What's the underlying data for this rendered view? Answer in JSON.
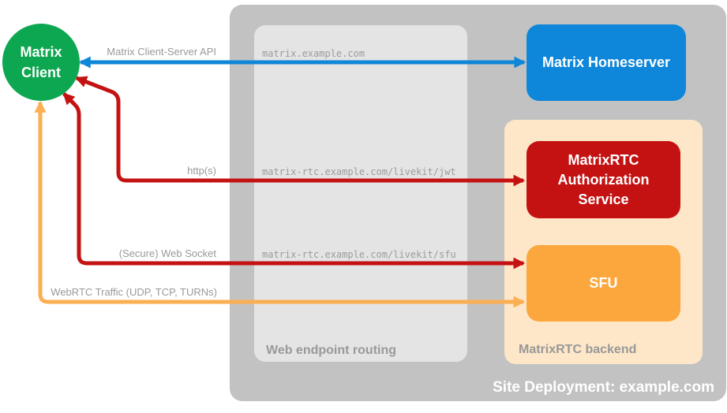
{
  "page": {
    "background": "#ffffff"
  },
  "client": {
    "line1": "Matrix",
    "line2": "Client",
    "color": "#0ca750"
  },
  "site": {
    "label": "Site Deployment: example.com",
    "color": "#c2c2c2"
  },
  "routing": {
    "label": "Web endpoint routing",
    "color": "#e4e4e4"
  },
  "backend": {
    "label": "MatrixRTC backend",
    "color": "#fde7c8"
  },
  "nodes": {
    "homeserver": {
      "label": "Matrix Homeserver",
      "color": "#0e86d9"
    },
    "auth": {
      "line1": "MatrixRTC",
      "line2": "Authorization",
      "line3": "Service",
      "color": "#c41212"
    },
    "sfu": {
      "label": "SFU",
      "color": "#fba73d"
    }
  },
  "connections": {
    "api": {
      "label": "Matrix Client-Server API",
      "endpoint": "matrix.example.com",
      "color": "#0e86d9",
      "from": "Matrix Client",
      "to": "Matrix Homeserver",
      "bidirectional": true
    },
    "http": {
      "label": "http(s)",
      "endpoint": "matrix-rtc.example.com/livekit/jwt",
      "color": "#c41212",
      "from": "Matrix Client",
      "to": "MatrixRTC Authorization Service",
      "bidirectional": true
    },
    "websocket": {
      "label": "(Secure) Web Socket",
      "endpoint": "matrix-rtc.example.com/livekit/sfu",
      "color": "#c41212",
      "from": "Matrix Client",
      "to": "SFU",
      "bidirectional": true
    },
    "webrtc": {
      "label": "WebRTC Traffic (UDP, TCP, TURNs)",
      "color": "#fbae52",
      "from": "Matrix Client",
      "to": "SFU",
      "bidirectional": true
    }
  }
}
